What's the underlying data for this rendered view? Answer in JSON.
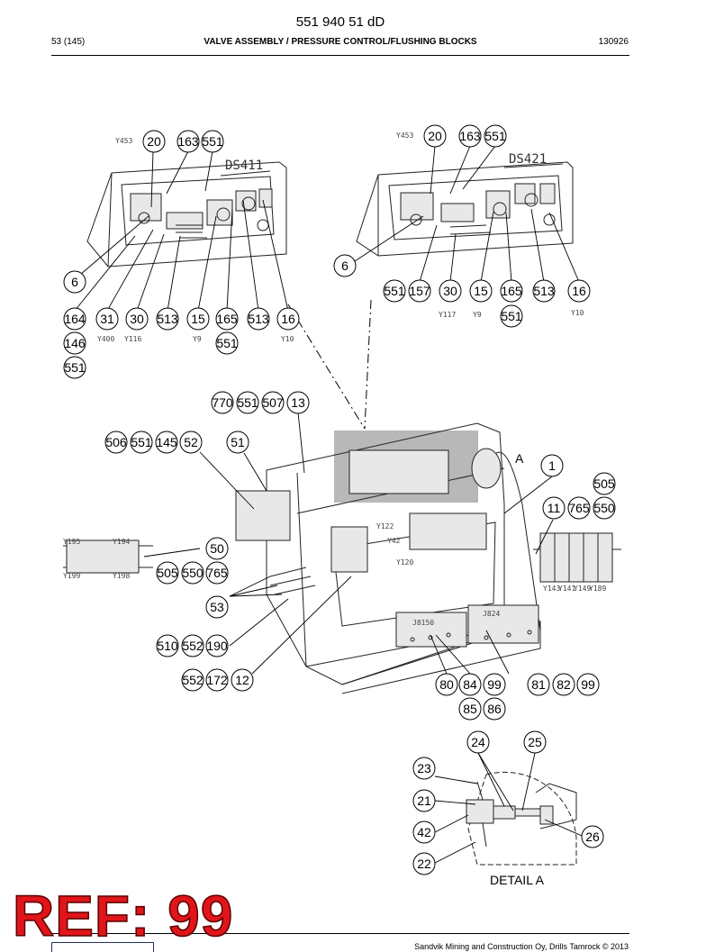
{
  "header": {
    "doc_number": "551 940 51 dD",
    "page": "53 (145)",
    "title": "VALVE ASSEMBLY / PRESSURE CONTROL/FLUSHING BLOCKS",
    "date": "130926"
  },
  "drawing": {
    "block_labels": [
      "DS411",
      "DS421"
    ],
    "marker_a": "A",
    "detail_label": "DETAIL A",
    "signal_labels": {
      "y453_left": "Y453",
      "y453_right": "Y453",
      "y400": "Y400",
      "y116": "Y116",
      "y9_left": "Y9",
      "y10_left": "Y10",
      "y117": "Y117",
      "y9_right": "Y9",
      "y10_right": "Y10",
      "y122": "Y122",
      "y42": "Y42",
      "y120": "Y120",
      "j8150": "J8150",
      "j824": "J824",
      "y195": "Y195",
      "y194": "Y194",
      "y199": "Y199",
      "y198": "Y198",
      "y143": "Y143",
      "y141": "Y141",
      "y149": "Y149",
      "y189": "Y189"
    },
    "balloons": {
      "b20_l": "20",
      "b163_l": "163",
      "b551_l1": "551",
      "b20_r": "20",
      "b163_r": "163",
      "b551_r1": "551",
      "b6_l": "6",
      "b6_r": "6",
      "b551_r2": "551",
      "b157": "157",
      "b30_r": "30",
      "b15_r": "15",
      "b165_r": "165",
      "b513_r": "513",
      "b16_r": "16",
      "b551_r3": "551",
      "b164": "164",
      "b31": "31",
      "b30_l": "30",
      "b513_l1": "513",
      "b15_l": "15",
      "b165_l": "165",
      "b513_l2": "513",
      "b16_l": "16",
      "b146": "146",
      "b551_l2": "551",
      "b551_l3": "551",
      "b770": "770",
      "b551_m1": "551",
      "b507": "507",
      "b13": "13",
      "b506": "506",
      "b551_m2": "551",
      "b145": "145",
      "b52": "52",
      "b51": "51",
      "b1": "1",
      "b505_r": "505",
      "b11": "11",
      "b765_r": "765",
      "b550_r": "550",
      "b50": "50",
      "b505_l": "505",
      "b550_l": "550",
      "b765_l": "765",
      "b53": "53",
      "b510": "510",
      "b552_a": "552",
      "b190": "190",
      "b552_b": "552",
      "b172": "172",
      "b12": "12",
      "b80": "80",
      "b84": "84",
      "b99_a": "99",
      "b81": "81",
      "b82": "82",
      "b99_b": "99",
      "b85": "85",
      "b86": "86",
      "b24": "24",
      "b25": "25",
      "b23": "23",
      "b21": "21",
      "b42": "42",
      "b26": "26",
      "b22": "22"
    }
  },
  "stamp": {
    "text": "REF: 99"
  },
  "footer": {
    "copyright": "Sandvik Mining and Construction Oy, Drills Tamrock © 2013"
  }
}
